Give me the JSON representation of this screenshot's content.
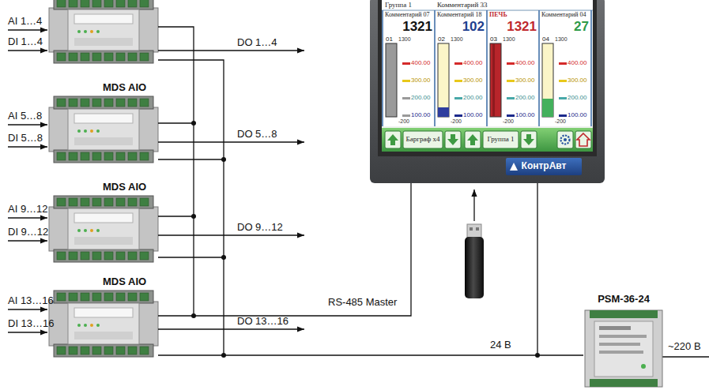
{
  "diagram": {
    "nodes": [
      {
        "text": [
          "КонтрАвт"
        ]
      },
      {
        "text": [
          "Группа 1",
          "Комментарий 33",
          "Барграф х4",
          "Группа 1"
        ],
        "in": 0
      },
      {
        "text": [
          "Комментарий 07",
          "01",
          "1321",
          "1300",
          "400.00",
          "300.00",
          "200.00",
          "100.00",
          "-200"
        ],
        "in": 1
      },
      {
        "text": [
          "Комментарий 18",
          "02",
          "102",
          "1300",
          "400.00",
          "300.00",
          "200.00",
          "100.00",
          "-200"
        ],
        "in": 1
      },
      {
        "text": [
          "ПЕЧЬ",
          "03",
          "1321",
          "1300",
          "400.00",
          "300.00",
          "200.00",
          "100.00",
          "-200"
        ],
        "in": 1
      },
      {
        "text": [
          "Комментарий 04",
          "04",
          "27",
          "1300",
          "400.00",
          "300.00",
          "200.00",
          "100.00",
          "-200"
        ],
        "in": 1
      },
      {
        "text": [
          "PSM-36-24"
        ]
      }
    ],
    "edges": [
      {
        "from": 6,
        "to": 0,
        "arrow": "none"
      }
    ],
    "labels": [
      "AI 1…4",
      "DI 1…4",
      "DO 1…4",
      "MDS AIO",
      "AI 5…8",
      "DI 5…8",
      "DO 5…8",
      "MDS AIO",
      "AI 9…12",
      "DI 9…12",
      "DO 9…12",
      "MDS AIO",
      "AI 13…16",
      "DI 13…16",
      "RS-485 Master",
      "DO 13…16",
      "24 В",
      "~220 В"
    ]
  }
}
